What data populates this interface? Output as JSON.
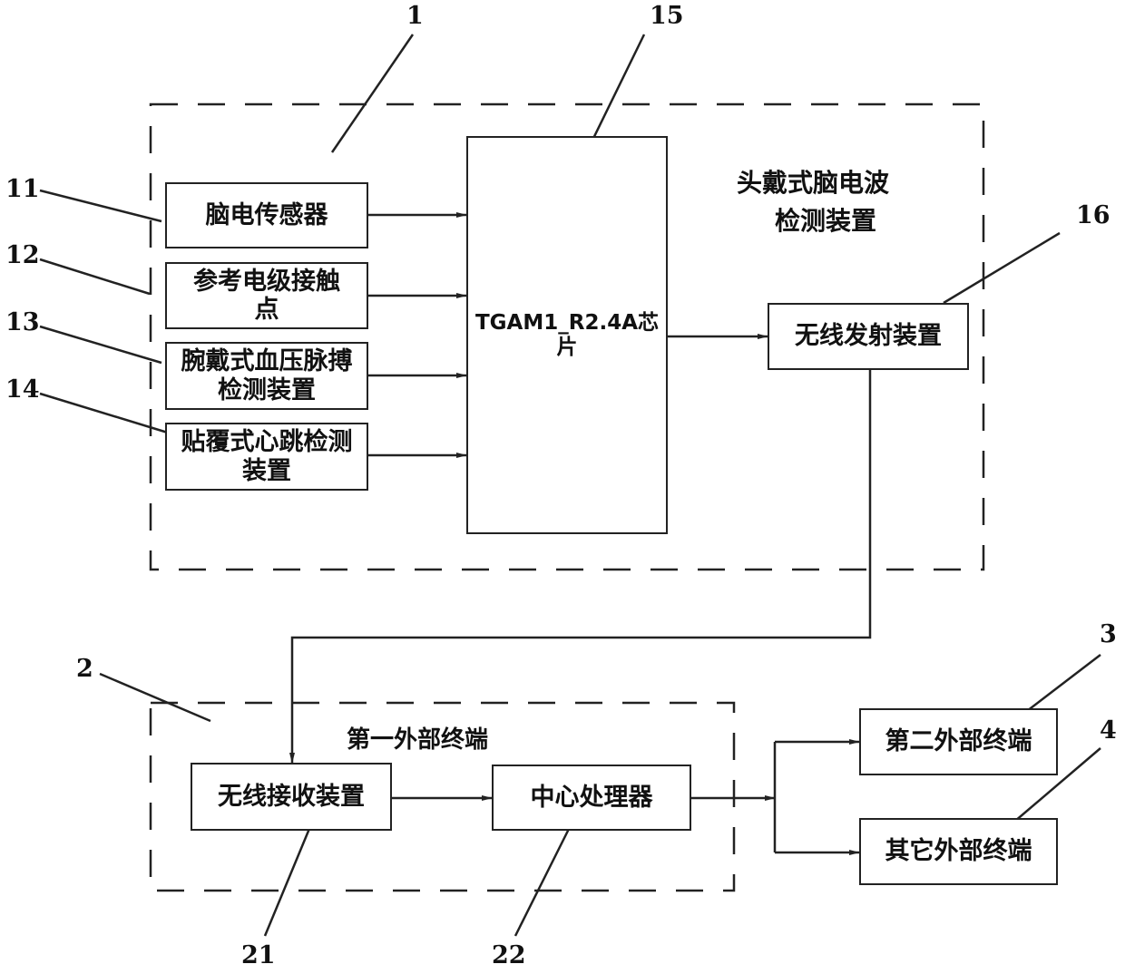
{
  "modules": {
    "eeg_sensor": "脑电传感器",
    "reference_contact": "参考电级接触点",
    "wrist_bp_pulse": "腕戴式血压脉搏检测装置",
    "patch_heartbeat": "贴覆式心跳检测装置",
    "chip": "TGAM1_R2.4A芯片",
    "wireless_transmitter": "无线发射装置",
    "wireless_receiver": "无线接收装置",
    "cpu": "中心处理器",
    "second_terminal": "第二外部终端",
    "other_terminal": "其它外部终端"
  },
  "groups": {
    "headset_title_line1": "头戴式脑电波",
    "headset_title_line2": "检测装置",
    "first_terminal_title": "第一外部终端"
  },
  "labels": {
    "n1": "1",
    "n2": "2",
    "n3": "3",
    "n4": "4",
    "n11": "11",
    "n12": "12",
    "n13": "13",
    "n14": "14",
    "n15": "15",
    "n16": "16",
    "n21": "21",
    "n22": "22"
  },
  "colors": {
    "line": "#222222",
    "background": "#ffffff"
  }
}
